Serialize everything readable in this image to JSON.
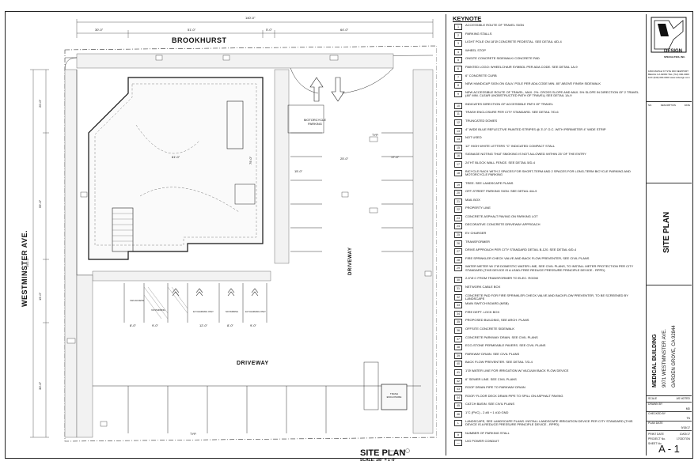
{
  "plan": {
    "street_top": "BROOKHURST",
    "street_left": "WESTMINSTER AVE.",
    "driveway_right": "DRIVEWAY",
    "driveway_bottom": "DRIVEWAY",
    "motorcycle_label": "MOTORCYCLE PARKING",
    "title": "SITE PLAN",
    "scale": "SCALE: 1/8\" = 1'-0\"",
    "dims": {
      "total_top": "140'-0\"",
      "seg1": "30'-0\"",
      "seg2": "51'-0\"",
      "seg3": "64'-0\"",
      "seg4": "5'-0\"",
      "left_total": "150'-0\"",
      "left_a": "20'-0\"",
      "left_b": "59'-0\"",
      "left_c": "19'-0\"",
      "left_d": "30'-0\"",
      "bldg_w": "61'-0\"",
      "bldg_h": "79'-0\"",
      "drive_a": "15'-0\"",
      "drive_b": "25'-0\"",
      "drive_c": "17'-0\"",
      "stall_a": "8'-0\"",
      "stall_b": "9'-0\"",
      "stall_c": "12'-0\"",
      "typ": "TYP."
    },
    "stall_labels": {
      "van": "VAN ACCESS",
      "no_parking": "NO PARKING",
      "ev": "EV CHARGING ONLY"
    },
    "trash_label": "TRASH ENCLOSURE"
  },
  "keynote": {
    "title": "KEYNOTE",
    "items": [
      {
        "n": "1",
        "t": "Accessible route of travel sign"
      },
      {
        "n": "2",
        "t": "Parking stalls"
      },
      {
        "n": "3",
        "t": "Light pole on 18\"Ø concrete pedestal. See detail 4/D-4"
      },
      {
        "n": "4",
        "t": "Wheel stop"
      },
      {
        "n": "5",
        "t": "Onsite concrete sidewalk/ concrete pad"
      },
      {
        "n": "6",
        "t": "Painted logo: wheelchair symbol per ADA code. See detail 1A-9"
      },
      {
        "n": "7",
        "t": "6\" concrete curb"
      },
      {
        "n": "8",
        "t": "New handicap sign on galv. pole per ADA code min. 80\" above finish sidewalk"
      },
      {
        "n": "9",
        "t": "New accessible route of travel, max. 2%. Cross slope and max. 5% slope in direction of 2 travel (48\" min. clear unobstructed path of travel) see detail 1A-9"
      },
      {
        "n": "10",
        "t": "Indicates direction of accessible path of travel"
      },
      {
        "n": "11",
        "t": "Trash enclosure per city standard. See detail 7/D-6"
      },
      {
        "n": "12",
        "t": "Truncated domes"
      },
      {
        "n": "13",
        "t": "4\" wide blue reflective painted stripes @ 3'-0\" O.C. with perimeter 4\" wide strip"
      },
      {
        "n": "14",
        "t": "Not used"
      },
      {
        "n": "15",
        "t": "12\" high white letters \"C\" indicated compact stall"
      },
      {
        "n": "16",
        "t": "Signage noting that smoking is not allowed within 25' of the entry"
      },
      {
        "n": "17",
        "t": "24\"Ht block wall fence. See detail 5/D-4"
      },
      {
        "n": "18",
        "t": "Bicycle rack with 2 spaces for short-term and 2 spaces for long-term bicycle parking and motorcycle parking"
      },
      {
        "n": "19",
        "t": "Tree. See landscape plans"
      },
      {
        "n": "20",
        "t": "Off-street parking sign. See detail 4/A-9"
      },
      {
        "n": "21",
        "t": "Mail box"
      },
      {
        "n": "22",
        "t": "Property line"
      },
      {
        "n": "23",
        "t": "Concrete asphalt paving on parking lot"
      },
      {
        "n": "24",
        "t": "Decorative concrete driveway approach"
      },
      {
        "n": "25",
        "t": "EV charger"
      },
      {
        "n": "26",
        "t": "Transformer"
      },
      {
        "n": "27",
        "t": "Drive approach per city standard detail B-120. See detail 6/D-4"
      },
      {
        "n": "28",
        "t": "Fire sprinkler check valve and back flow preventer, see civil plans"
      },
      {
        "n": "29",
        "t": "Water meter w/ 2\"Ø domestic water line, see civil plans, to install meter protection per city standard (this device is a lead-free reduce pressure principle device - RPPD)"
      },
      {
        "n": "30",
        "t": "2-5\"Ø C from transformer to elec. room"
      },
      {
        "n": "31",
        "t": "Network cable box"
      },
      {
        "n": "32",
        "t": "Concrete pad for fire sprinkler check valve and backflow preventer, to be screened by landscape"
      },
      {
        "n": "33",
        "t": "Main switch board (MSB)"
      },
      {
        "n": "34",
        "t": "Fire dept. lock box"
      },
      {
        "n": "35",
        "t": "Proposed building, see arch. plans"
      },
      {
        "n": "36",
        "t": "Offsite concrete sidewalk"
      },
      {
        "n": "37",
        "t": "Concrete parkway drain. See civil plans"
      },
      {
        "n": "38",
        "t": "Eco-stone permeable pavers. See civil plans"
      },
      {
        "n": "39",
        "t": "Parkway drain. See civil plans"
      },
      {
        "n": "40",
        "t": "Back flow preventer. See detail 7/D-4"
      },
      {
        "n": "41",
        "t": "1\"Ø water line for irrigation w/ vacuum back flow device"
      },
      {
        "n": "42",
        "t": "6\" sewer line. See civil plans"
      },
      {
        "n": "43",
        "t": "Roof drain pipe to parkway drain"
      },
      {
        "n": "44",
        "t": "Roof/ floor deck drain pipe to spill on asphalt paving"
      },
      {
        "n": "45",
        "t": "Catch basin. See civil plans"
      },
      {
        "n": "46",
        "t": "1\"C (PVC) - 2 #8 + 1 #10 GND"
      },
      {
        "n": "L",
        "t": "Landscape, see landscape plans. Install landscape irrigation device per city standard (this device is a reduce pressure principle device - RPPD)"
      },
      {
        "n": "#",
        "t": "Number of parking stall"
      },
      {
        "n": "—",
        "t": "U/G power conduit"
      }
    ]
  },
  "titleblock": {
    "firm_line1": "DESIGN",
    "firm_line2": "SPECIALTIES, INC.",
    "address": "1820 MAPLE ST STE 300 NEWPORT BEACH CA 92660 TEL (714) 000-0000 FAX (949) 000-0000 www.vtdesign.com",
    "rev_no": "NO.",
    "rev_desc": "DESCRIPTION",
    "rev_date": "DATE",
    "sheet_title": "SITE PLAN",
    "project_name": "MEDICAL BUILDING",
    "project_addr1": "9071 WESTMINSTER AVE.",
    "project_addr2": "GARDEN GROVE, CA 92844",
    "scale_label": "SCALE",
    "scale_val": "AS NOTED",
    "drawn_label": "DRAWN BY",
    "drawn_val": "MD",
    "checked_label": "CHECKED BY",
    "checked_val": "TN",
    "plan_date_label": "PLAN DATE",
    "plan_date_val": "9/15/17",
    "print_date_label": "PRINT DATE",
    "print_date_val": "10/02/17",
    "project_no_label": "PROJECT No.",
    "project_no_val": "1702DTGN",
    "sheet_no_label": "SHEET No.",
    "sheet_no_val": "A - 1"
  }
}
